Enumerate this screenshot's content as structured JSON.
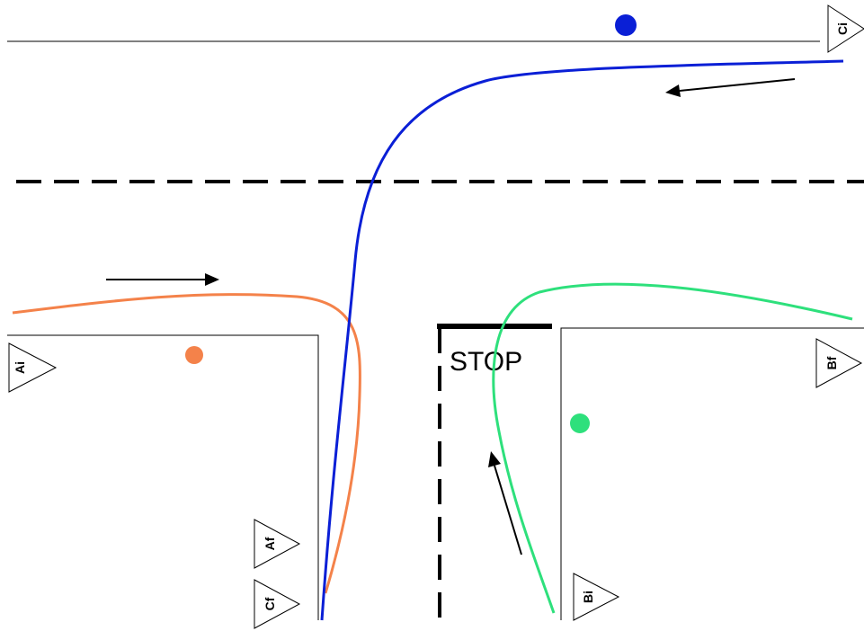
{
  "diagram": {
    "stop_sign_text": "STOP",
    "markers": [
      {
        "id": "ai",
        "label": "Ai"
      },
      {
        "id": "af",
        "label": "Af"
      },
      {
        "id": "cf",
        "label": "Cf"
      },
      {
        "id": "bi",
        "label": "Bi"
      },
      {
        "id": "bf",
        "label": "Bf"
      },
      {
        "id": "ci",
        "label": "Ci"
      }
    ],
    "vehicles": [
      {
        "id": "a",
        "color": "#f4824a",
        "start": "Ai",
        "end": "Af"
      },
      {
        "id": "b",
        "color": "#2ee07c",
        "start": "Bi",
        "end": "Bf"
      },
      {
        "id": "c",
        "color": "#0a1fd6",
        "start": "Ci",
        "end": "Cf"
      }
    ],
    "road_color": "#000000"
  }
}
